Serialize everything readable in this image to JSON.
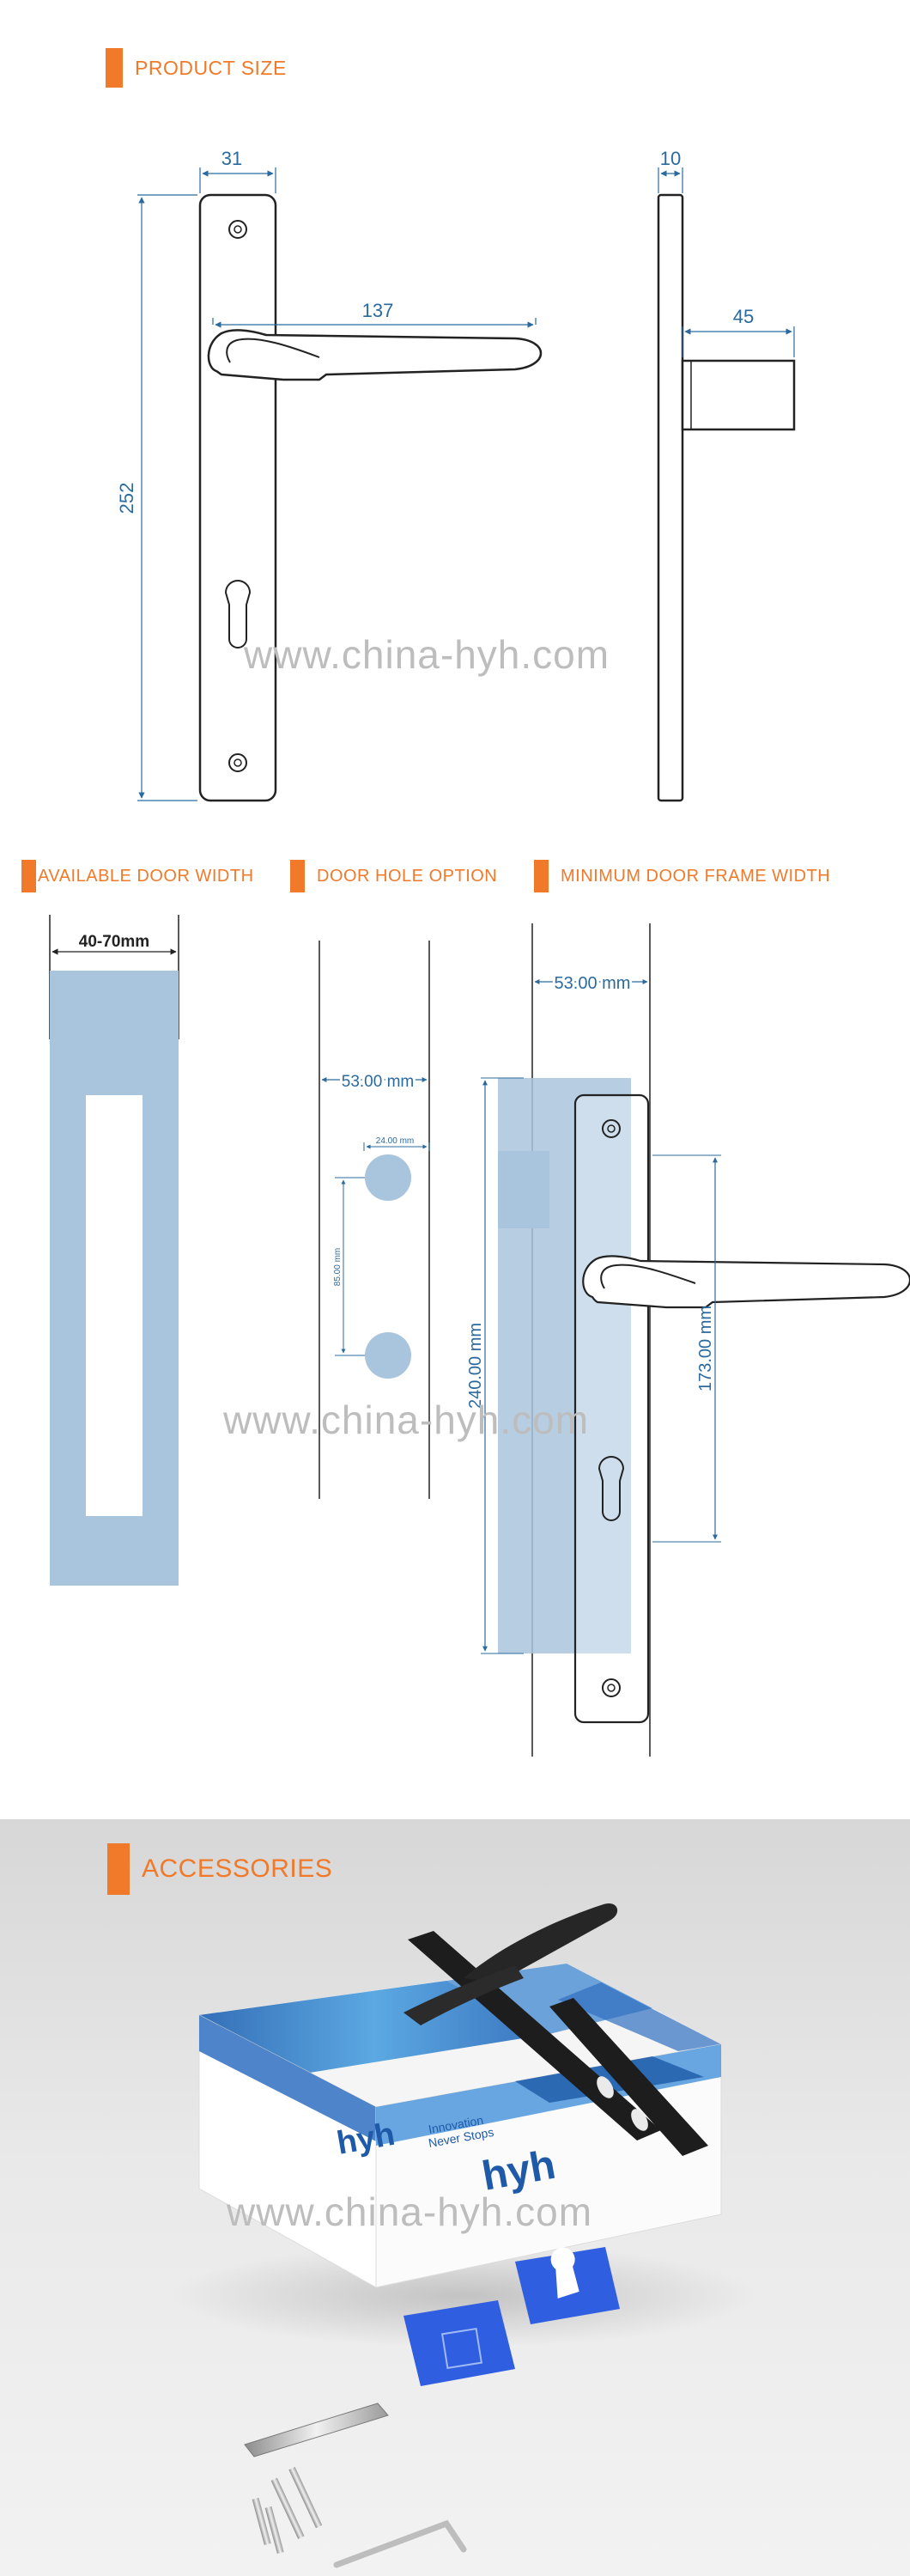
{
  "sections": {
    "product_size": "PRODUCT SIZE",
    "available_door_width": "AVAILABLE DOOR WIDTH",
    "door_hole_option": "DOOR HOLE OPTION",
    "minimum_door_frame_width": "MINIMUM DOOR FRAME WIDTH",
    "accessories": "ACCESSORIES"
  },
  "dimensions": {
    "plate_width": "31",
    "handle_length": "137",
    "plate_height": "252",
    "side_thickness": "10",
    "side_projection": "45",
    "door_width_range": "40-70mm",
    "hole_backset": "53.00 mm",
    "hole_small": "24.00 mm",
    "hole_spacing": "85.00 mm",
    "frame_width": "53.00 mm",
    "plate_length": "240.00 mm",
    "handle_height": "173.00 mm"
  },
  "watermark": {
    "brand": "hyh",
    "url": "www.china-hyh.com"
  },
  "box": {
    "brand": "hyh",
    "tag1": "Innovation",
    "tag2": "Never Stops"
  },
  "colors": {
    "accent": "#f07a2a",
    "dimension": "#2b6a9e",
    "door_fill": "#a9c4dd",
    "line": "#222222"
  }
}
